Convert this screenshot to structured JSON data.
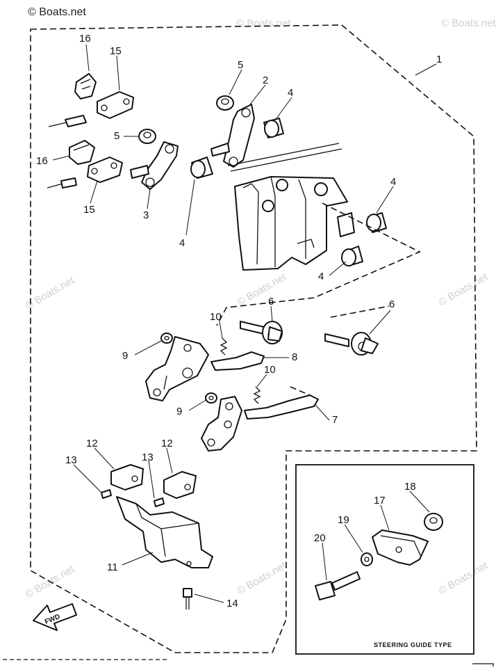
{
  "watermark": {
    "top_left": "© Boats.net",
    "repeat": "© Boats.net"
  },
  "callouts": {
    "p1": "1",
    "p2": "2",
    "p3": "3",
    "p4a": "4",
    "p4b": "4",
    "p4c": "4",
    "p4d": "4",
    "p5a": "5",
    "p5b": "5",
    "p6a": "6",
    "p6b": "6",
    "p7": "7",
    "p8": "8",
    "p9a": "9",
    "p9b": "9",
    "p10a": "10",
    "p10b": "10",
    "p11": "11",
    "p12a": "12",
    "p12b": "12",
    "p13a": "13",
    "p13b": "13",
    "p14": "14",
    "p15a": "15",
    "p15b": "15",
    "p16a": "16",
    "p16b": "16",
    "p17": "17",
    "p18": "18",
    "p19": "19",
    "p20": "20"
  },
  "inset": {
    "caption": "STEERING GUIDE  TYPE"
  },
  "fwd_arrow": {
    "label": "FWD"
  }
}
